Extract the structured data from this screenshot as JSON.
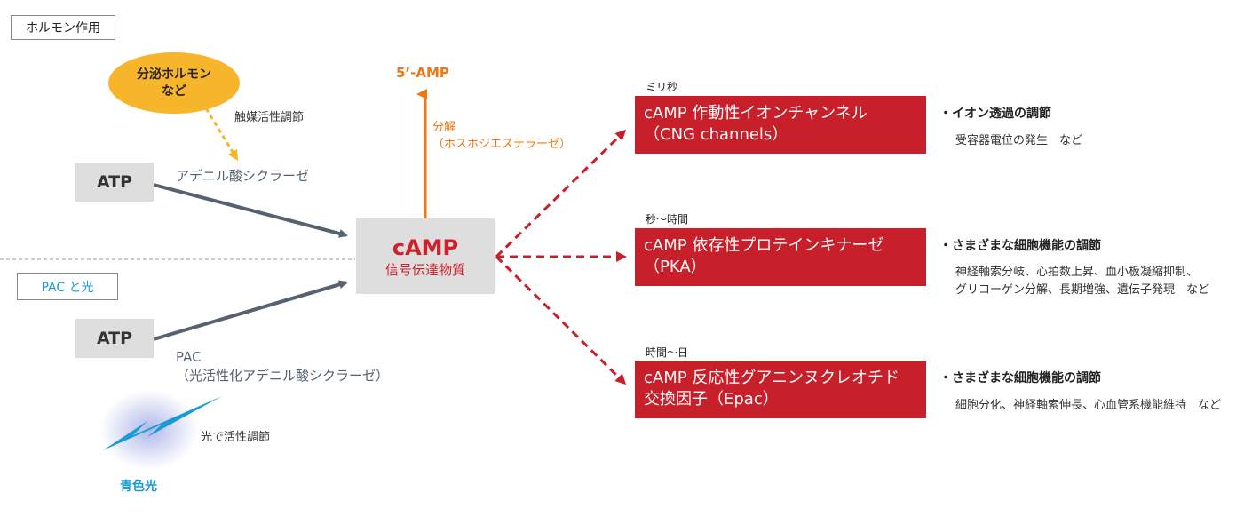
{
  "labels": {
    "hormone_action": "ホルモン作用",
    "pac_and_light": "PAC と光",
    "secretory_hormone_line1": "分泌ホルモン",
    "secretory_hormone_line2": "など",
    "catalytic_regulation": "触媒活性調節",
    "atp": "ATP",
    "adenylyl_cyclase": "アデニル酸シクラーゼ",
    "pac_line1": "PAC",
    "pac_line2": "（光活性化アデニル酸シクラーゼ）",
    "light_regulation": "光で活性調節",
    "blue_light": "青色光",
    "five_amp": "5’-AMP",
    "decomposition_line1": "分解",
    "decomposition_line2": "（ホスホジエステラーゼ）",
    "camp": "cAMP",
    "second_messenger": "信号伝達物質"
  },
  "effectors": [
    {
      "timescale": "ミリ秒",
      "name_line1": "cAMP 作動性イオンチャンネル",
      "name_line2": "（CNG channels）",
      "effect_title": "・イオン透過の調節",
      "effect_line1": "受容器電位の発生　など",
      "effect_line2": ""
    },
    {
      "timescale": "秒〜時間",
      "name_line1": "cAMP 依存性プロテインキナーゼ",
      "name_line2": "（PKA）",
      "effect_title": "・さまざまな細胞機能の調節",
      "effect_line1": "神経軸索分岐、心拍数上昇、血小板凝縮抑制、",
      "effect_line2": "グリコーゲン分解、長期増強、遺伝子発現　など"
    },
    {
      "timescale": "時間〜日",
      "name_line1": "cAMP 反応性グアニンヌクレオチド",
      "name_line2": "交換因子（Epac）",
      "effect_title": "・さまざまな細胞機能の調節",
      "effect_line1": "細胞分化、神経軸索伸長、心血管系機能維持　など",
      "effect_line2": ""
    }
  ],
  "colors": {
    "red": "#c8202b",
    "orange": "#ee7712",
    "blue": "#1a9ad6",
    "slate": "#55626f",
    "yellow": "#f7b52b",
    "gray_box": "#dedede"
  },
  "icons": {
    "light": "lightning-bolt-icon"
  }
}
